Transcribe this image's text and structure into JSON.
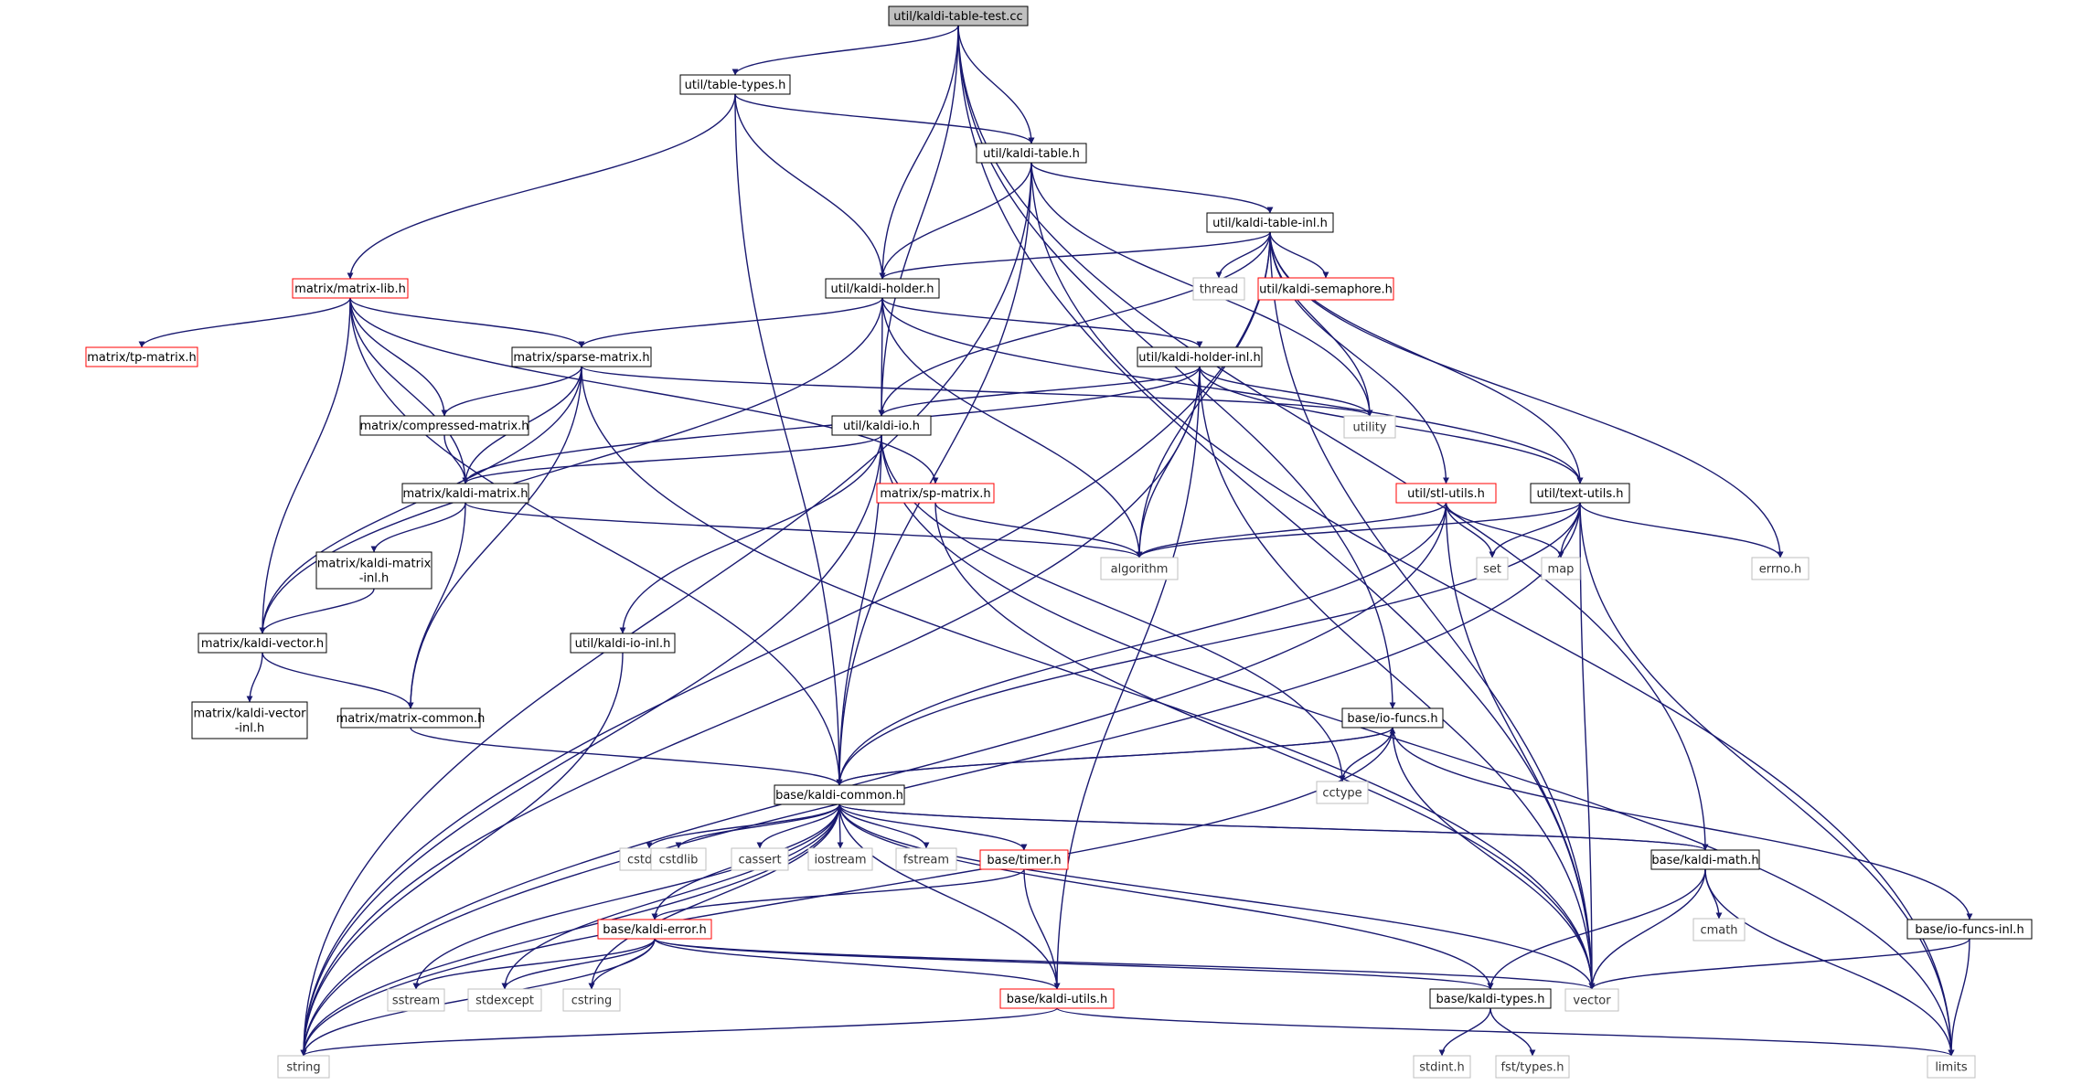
{
  "graph": {
    "root": "util/kaldi-table-test.cc",
    "colors": {
      "edge": "#191970",
      "root_fill": "#bfbfbf",
      "root_border": "#000000",
      "documented_border": "#000000",
      "incomplete_border": "#ff0000",
      "system_border": "#bfbfbf",
      "system_text": "#333333",
      "node_fill": "#ffffff"
    },
    "nodes": [
      {
        "id": "kaldi-table-test",
        "label": "util/kaldi-table-test.cc",
        "kind": "root"
      },
      {
        "id": "table-types",
        "label": "util/table-types.h",
        "kind": "documented"
      },
      {
        "id": "kaldi-table",
        "label": "util/kaldi-table.h",
        "kind": "documented"
      },
      {
        "id": "kaldi-table-inl",
        "label": "util/kaldi-table-inl.h",
        "kind": "documented"
      },
      {
        "id": "thread",
        "label": "thread",
        "kind": "system"
      },
      {
        "id": "kaldi-semaphore",
        "label": "util/kaldi-semaphore.h",
        "kind": "incomplete"
      },
      {
        "id": "matrix-lib",
        "label": "matrix/matrix-lib.h",
        "kind": "incomplete"
      },
      {
        "id": "kaldi-holder",
        "label": "util/kaldi-holder.h",
        "kind": "documented"
      },
      {
        "id": "tp-matrix",
        "label": "matrix/tp-matrix.h",
        "kind": "incomplete"
      },
      {
        "id": "sparse-matrix",
        "label": "matrix/sparse-matrix.h",
        "kind": "documented"
      },
      {
        "id": "kaldi-holder-inl",
        "label": "util/kaldi-holder-inl.h",
        "kind": "documented"
      },
      {
        "id": "compressed-matrix",
        "label": "matrix/compressed-matrix.h",
        "kind": "documented"
      },
      {
        "id": "utility",
        "label": "utility",
        "kind": "system"
      },
      {
        "id": "kaldi-io",
        "label": "util/kaldi-io.h",
        "kind": "documented"
      },
      {
        "id": "kaldi-matrix",
        "label": "matrix/kaldi-matrix.h",
        "kind": "documented"
      },
      {
        "id": "sp-matrix",
        "label": "matrix/sp-matrix.h",
        "kind": "incomplete"
      },
      {
        "id": "stl-utils",
        "label": "util/stl-utils.h",
        "kind": "incomplete"
      },
      {
        "id": "text-utils",
        "label": "util/text-utils.h",
        "kind": "documented"
      },
      {
        "id": "kaldi-matrix-inl",
        "label": "matrix/kaldi-matrix\n-inl.h",
        "kind": "documented"
      },
      {
        "id": "algorithm",
        "label": "algorithm",
        "kind": "system"
      },
      {
        "id": "set",
        "label": "set",
        "kind": "system"
      },
      {
        "id": "map",
        "label": "map",
        "kind": "system"
      },
      {
        "id": "errno",
        "label": "errno.h",
        "kind": "system"
      },
      {
        "id": "kaldi-vector",
        "label": "matrix/kaldi-vector.h",
        "kind": "documented"
      },
      {
        "id": "kaldi-io-inl",
        "label": "util/kaldi-io-inl.h",
        "kind": "documented"
      },
      {
        "id": "kaldi-vector-inl",
        "label": "matrix/kaldi-vector\n-inl.h",
        "kind": "documented"
      },
      {
        "id": "matrix-common",
        "label": "matrix/matrix-common.h",
        "kind": "documented"
      },
      {
        "id": "io-funcs",
        "label": "base/io-funcs.h",
        "kind": "documented"
      },
      {
        "id": "cctype",
        "label": "cctype",
        "kind": "system"
      },
      {
        "id": "kaldi-common",
        "label": "base/kaldi-common.h",
        "kind": "documented"
      },
      {
        "id": "cstddef",
        "label": "cstddef",
        "kind": "system"
      },
      {
        "id": "cstdlib",
        "label": "cstdlib",
        "kind": "system"
      },
      {
        "id": "cassert",
        "label": "cassert",
        "kind": "system"
      },
      {
        "id": "iostream",
        "label": "iostream",
        "kind": "system"
      },
      {
        "id": "fstream",
        "label": "fstream",
        "kind": "system"
      },
      {
        "id": "timer",
        "label": "base/timer.h",
        "kind": "incomplete"
      },
      {
        "id": "kaldi-math",
        "label": "base/kaldi-math.h",
        "kind": "documented"
      },
      {
        "id": "cmath",
        "label": "cmath",
        "kind": "system"
      },
      {
        "id": "kaldi-error",
        "label": "base/kaldi-error.h",
        "kind": "incomplete"
      },
      {
        "id": "io-funcs-inl",
        "label": "base/io-funcs-inl.h",
        "kind": "documented"
      },
      {
        "id": "sstream",
        "label": "sstream",
        "kind": "system"
      },
      {
        "id": "stdexcept",
        "label": "stdexcept",
        "kind": "system"
      },
      {
        "id": "cstring",
        "label": "cstring",
        "kind": "system"
      },
      {
        "id": "kaldi-utils",
        "label": "base/kaldi-utils.h",
        "kind": "incomplete"
      },
      {
        "id": "kaldi-types",
        "label": "base/kaldi-types.h",
        "kind": "documented"
      },
      {
        "id": "vector",
        "label": "vector",
        "kind": "system"
      },
      {
        "id": "string",
        "label": "string",
        "kind": "system"
      },
      {
        "id": "stdint",
        "label": "stdint.h",
        "kind": "system"
      },
      {
        "id": "fst-types",
        "label": "fst/types.h",
        "kind": "system"
      },
      {
        "id": "limits",
        "label": "limits",
        "kind": "system"
      }
    ]
  }
}
